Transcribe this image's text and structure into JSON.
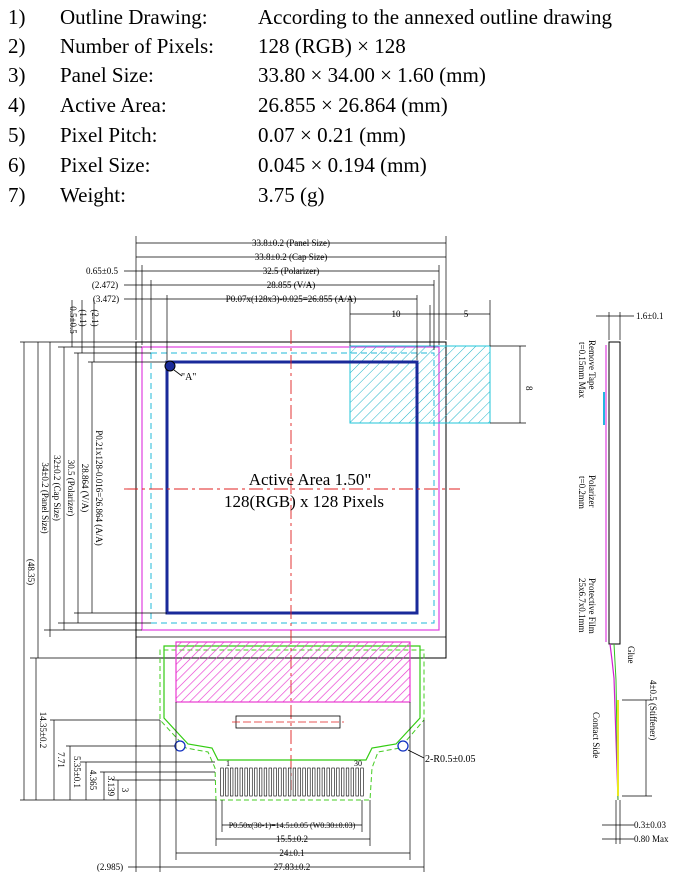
{
  "specs": [
    {
      "num": "1)",
      "label": "Outline Drawing:",
      "value": "According to the annexed outline drawing"
    },
    {
      "num": "2)",
      "label": "Number of Pixels:",
      "value": "128 (RGB) × 128"
    },
    {
      "num": "3)",
      "label": "Panel Size:",
      "value": "33.80 × 34.00 × 1.60 (mm)"
    },
    {
      "num": "4)",
      "label": "Active Area:",
      "value": "26.855 × 26.864 (mm)"
    },
    {
      "num": "5)",
      "label": "Pixel Pitch:",
      "value": "0.07 × 0.21 (mm)"
    },
    {
      "num": "6)",
      "label": "Pixel Size:",
      "value": "0.045 × 0.194 (mm)"
    },
    {
      "num": "7)",
      "label": "Weight:",
      "value": "3.75 (g)"
    }
  ],
  "drawing": {
    "center_title": "Active Area 1.50\"",
    "center_subtitle": "128(RGB) x 128 Pixels",
    "mark_a": "\"A\"",
    "top_dims": {
      "panel_size": "33.8±0.2 (Panel Size)",
      "cap_size": "33.8±0.2 (Cap Size)",
      "polarizer_left": "0.65±0.5",
      "polarizer": "32.5 (Polarizer)",
      "va_left": "(2.472)",
      "va": "28.855 (V/A)",
      "aa_left": "(3.472)",
      "aa": "P0.07x(128x3)-0.025=26.855 (A/A)",
      "box_w": "10",
      "box_gap": "5"
    },
    "left_dims": {
      "d05": "0.5±0.5",
      "d11": "(1.1)",
      "d21": "(2.1)",
      "aa_v": "P0.21x128-0.016=26.864 (A/A)",
      "va_v": "28.864 (V/A)",
      "pol_v": "30.5 (Polarizer)",
      "cap_v": "32±0.2 (Cap Size)",
      "panel_v": "34±0.2 (Panel Size)",
      "total_v": "(48.35)",
      "fpc_h": "14.35±0.2",
      "d771": "7.71",
      "d535": "5.35±0.1",
      "d4365": "4.365",
      "d3139": "3.139",
      "d3": "3"
    },
    "right_dims": {
      "box_h": "8"
    },
    "bottom_dims": {
      "hole": "2-R0.5±0.05",
      "pin_first": "1",
      "pin_last": "30",
      "pitch": "P0.50x(30-1)=14.5±0.05 (W0.30±0.03)",
      "d155": "15.5±0.2",
      "d24": "24±0.1",
      "d2783": "27.83±0.2",
      "d2985": "(2.985)"
    },
    "side_view": {
      "thickness": "1.6±0.1",
      "remove_tape": "Remove Tape",
      "remove_tape_t": "t=0.15mm Max",
      "polarizer": "Polarizer",
      "polarizer_t": "t=0.2mm",
      "film": "Protective Film",
      "film_size": "25x6.7x0.1mm",
      "glue": "Glue",
      "stiffener": "4±0.5 (Stiffener)",
      "contact": "Contact Side",
      "d03": "0.3±0.03",
      "d080": "0.80 Max"
    }
  }
}
